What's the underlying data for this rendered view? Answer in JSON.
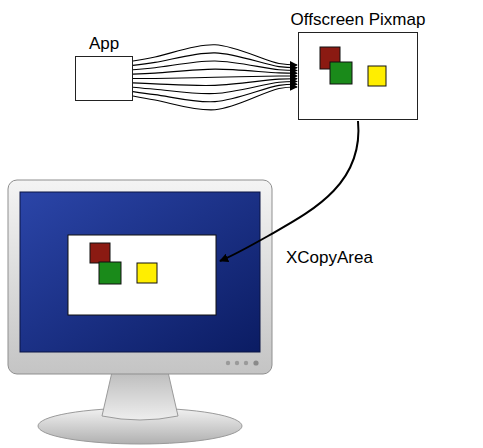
{
  "diagram": {
    "nodes": [
      {
        "text": [
          "App"
        ]
      },
      {
        "text": [
          "Offscreen Pixmap"
        ]
      }
    ],
    "edges": [
      {
        "from": 0,
        "to": 1,
        "arrow": "to"
      },
      {
        "from": 0,
        "to": 1,
        "arrow": "to"
      },
      {
        "from": 0,
        "to": 1,
        "arrow": "to"
      },
      {
        "from": 0,
        "to": 1,
        "arrow": "to"
      },
      {
        "from": 0,
        "to": 1,
        "arrow": "to"
      },
      {
        "from": 0,
        "to": 1,
        "arrow": "to"
      },
      {
        "from": 0,
        "to": 1,
        "arrow": "to"
      },
      {
        "from": 0,
        "to": 1,
        "arrow": "to"
      },
      {
        "from": 0,
        "to": 1,
        "arrow": "to"
      }
    ],
    "labels": [
      "XCopyArea"
    ]
  }
}
